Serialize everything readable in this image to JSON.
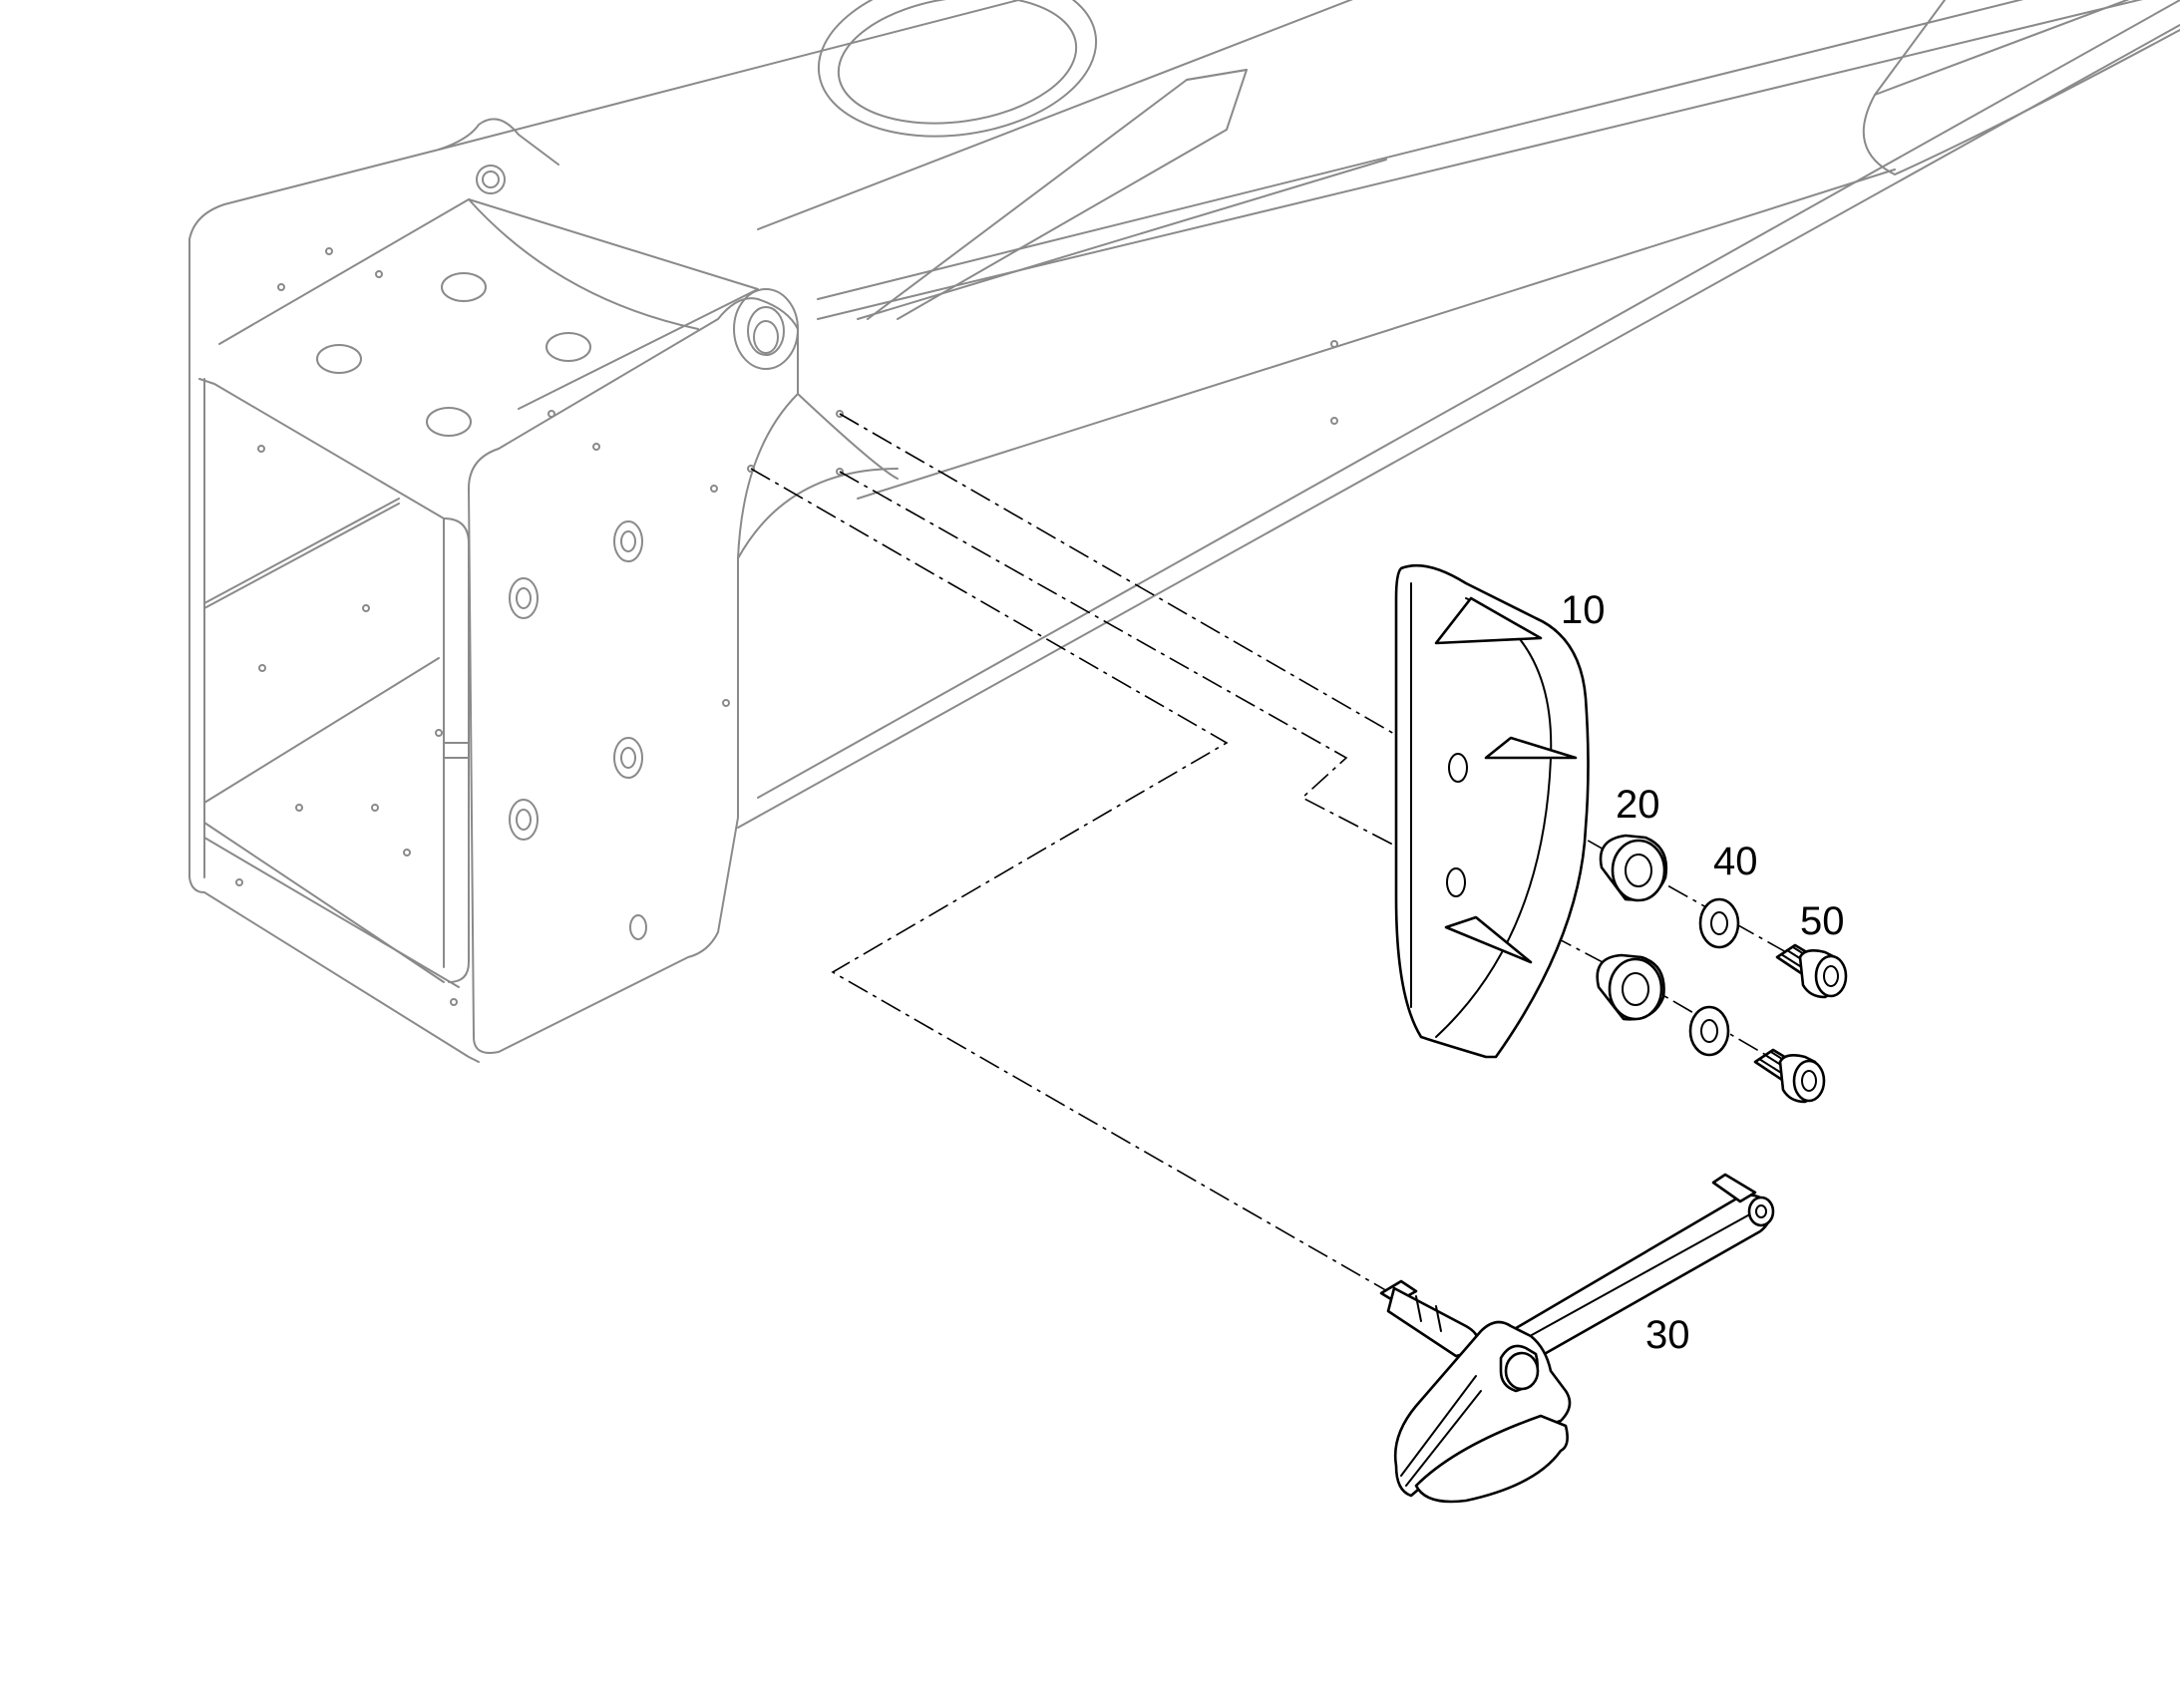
{
  "callouts": {
    "item_10": "10",
    "item_20": "20",
    "item_30": "30",
    "item_40": "40",
    "item_50": "50"
  },
  "colors": {
    "background": "#ffffff",
    "context_geometry": "#8a8a8a",
    "parts": "#000000"
  }
}
